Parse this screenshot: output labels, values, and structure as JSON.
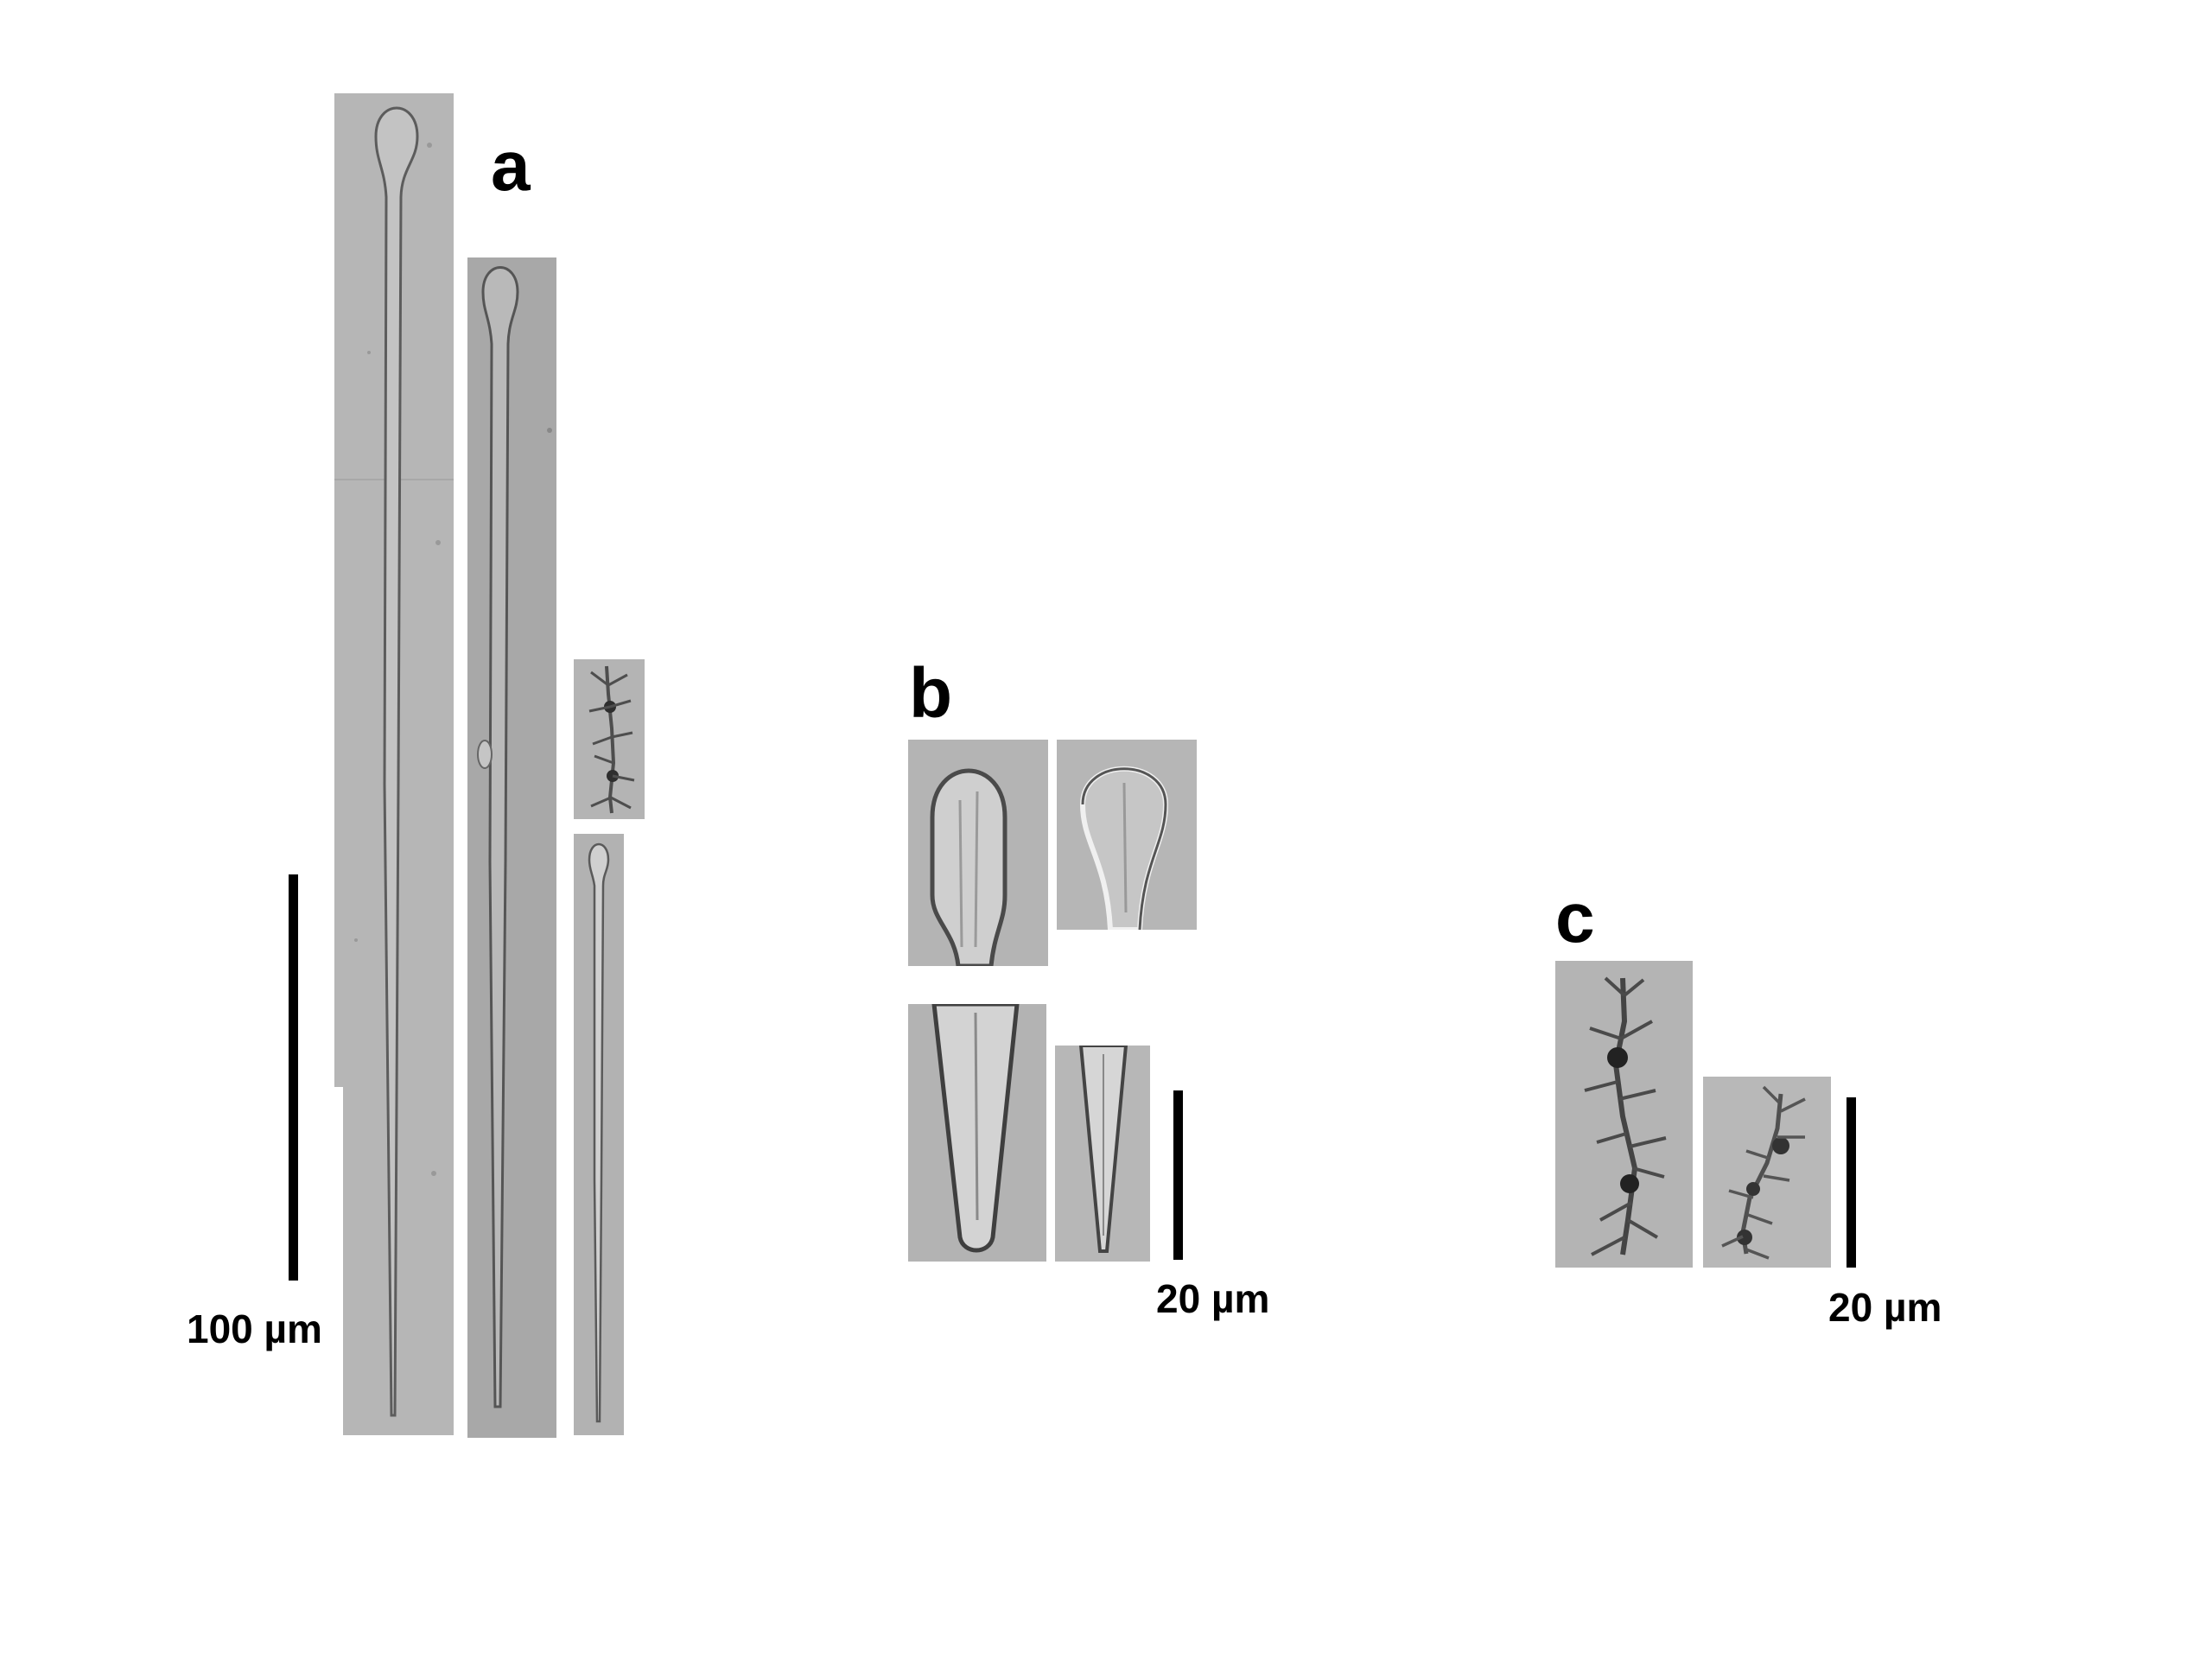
{
  "panels": {
    "a": {
      "label": "a",
      "scale": "100 µm"
    },
    "b": {
      "label": "b",
      "scale": "20 µm"
    },
    "c": {
      "label": "c",
      "scale": "20 µm"
    }
  },
  "colors": {
    "background": "#ffffff",
    "micrograph_bg": "#b4b4b4",
    "micrograph_dark": "#a3a3a3",
    "spicule_edge": "#5a5a5a",
    "spicule_fill": "#c4c4c4",
    "text": "#000000"
  }
}
